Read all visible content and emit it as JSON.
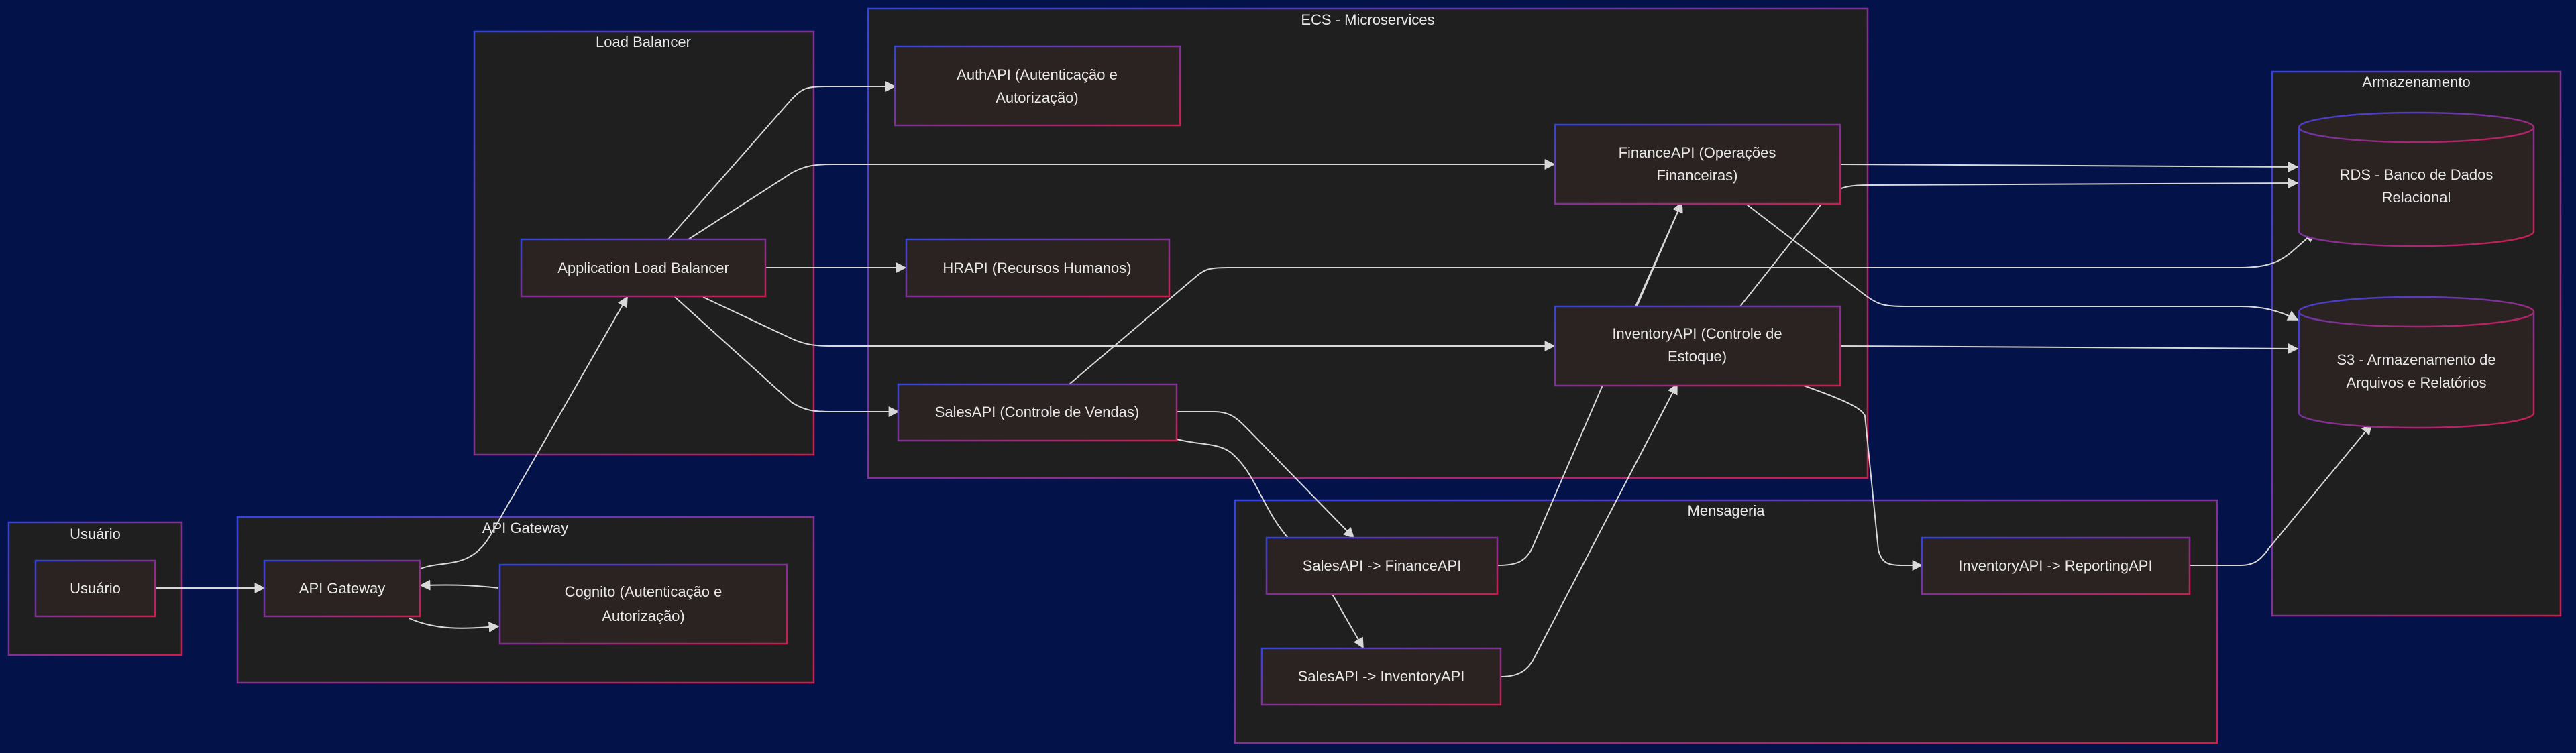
{
  "colors": {
    "background": "#03134a",
    "container_fill": "#1f1f1f",
    "node_fill": "#2b2222",
    "border_blue": "#3344dd",
    "border_red": "#cc1e4e",
    "text": "#e8e8e8",
    "edge": "#d8d8d8"
  },
  "clusters": {
    "usuario": "Usuário",
    "api_gateway": "API Gateway",
    "load_balancer": "Load Balancer",
    "ecs": "ECS - Microservices",
    "mensageria": "Mensageria",
    "armazenamento": "Armazenamento"
  },
  "nodes": {
    "usuario": [
      "Usuário"
    ],
    "api_gateway": [
      "API Gateway"
    ],
    "cognito": [
      "Cognito (Autenticação e",
      "Autorização)"
    ],
    "alb": [
      "Application Load Balancer"
    ],
    "authapi": [
      "AuthAPI (Autenticação e",
      "Autorização)"
    ],
    "financeapi": [
      "FinanceAPI (Operações",
      "Financeiras)"
    ],
    "hrapi": [
      "HRAPI (Recursos Humanos)"
    ],
    "inventoryapi": [
      "InventoryAPI (Controle de",
      "Estoque)"
    ],
    "salesapi": [
      "SalesAPI (Controle de Vendas)"
    ],
    "sales_finance": [
      "SalesAPI -> FinanceAPI"
    ],
    "sales_inventory": [
      "SalesAPI -> InventoryAPI"
    ],
    "inventory_reporting": [
      "InventoryAPI -> ReportingAPI"
    ],
    "rds": [
      "RDS - Banco de Dados",
      "Relacional"
    ],
    "s3": [
      "S3 - Armazenamento de",
      "Arquivos e Relatórios"
    ]
  },
  "edges": [
    {
      "from": "usuario",
      "to": "api_gateway"
    },
    {
      "from": "api_gateway",
      "to": "cognito"
    },
    {
      "from": "cognito",
      "to": "api_gateway"
    },
    {
      "from": "api_gateway",
      "to": "alb"
    },
    {
      "from": "alb",
      "to": "authapi"
    },
    {
      "from": "alb",
      "to": "financeapi"
    },
    {
      "from": "alb",
      "to": "hrapi"
    },
    {
      "from": "alb",
      "to": "inventoryapi"
    },
    {
      "from": "alb",
      "to": "salesapi"
    },
    {
      "from": "salesapi",
      "to": "sales_finance"
    },
    {
      "from": "salesapi",
      "to": "sales_inventory"
    },
    {
      "from": "salesapi",
      "to": "rds"
    },
    {
      "from": "sales_finance",
      "to": "financeapi"
    },
    {
      "from": "sales_inventory",
      "to": "inventoryapi"
    },
    {
      "from": "inventoryapi",
      "to": "financeapi"
    },
    {
      "from": "inventoryapi",
      "to": "inventory_reporting"
    },
    {
      "from": "inventoryapi",
      "to": "rds"
    },
    {
      "from": "inventoryapi",
      "to": "s3"
    },
    {
      "from": "financeapi",
      "to": "rds"
    },
    {
      "from": "financeapi",
      "to": "s3"
    },
    {
      "from": "inventory_reporting",
      "to": "s3"
    }
  ]
}
